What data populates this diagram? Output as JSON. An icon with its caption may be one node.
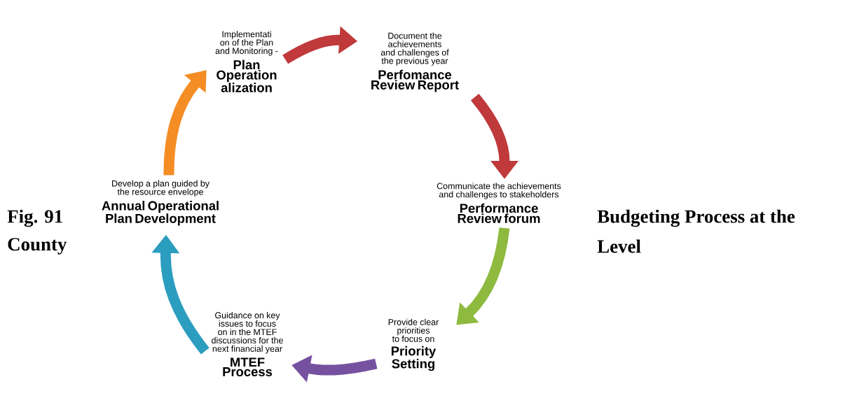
{
  "diagram": {
    "nodes": [
      {
        "text": [
          "Implementati on of the Plan and Monitoring -",
          "Plan Operation alization"
        ]
      },
      {
        "text": [
          "Document the achievements and challenges of the previous year",
          "Perfomance Review Report"
        ]
      },
      {
        "text": [
          "Communicate the achievements and challenges to stakeholders",
          "Performance Review forum"
        ]
      },
      {
        "text": [
          "Provide clear priorities to focus on",
          "Priority Setting"
        ]
      },
      {
        "text": [
          "Guidance on key issues to focus on in the MTEF discussions for the next financial year",
          "MTEF Process"
        ]
      },
      {
        "text": [
          "Develop a plan guided by the resource envelope",
          "Annual Operational Plan Development"
        ]
      }
    ],
    "edges": [
      {
        "from": 0,
        "to": 1,
        "arrow": "to",
        "color": "#c0393b"
      },
      {
        "from": 1,
        "to": 2,
        "arrow": "to",
        "color": "#c0393b"
      },
      {
        "from": 2,
        "to": 3,
        "arrow": "to",
        "color": "#8dba3f"
      },
      {
        "from": 3,
        "to": 4,
        "arrow": "to",
        "color": "#7651a0"
      },
      {
        "from": 4,
        "to": 5,
        "arrow": "to",
        "color": "#2b9dbf"
      },
      {
        "from": 5,
        "to": 0,
        "arrow": "to",
        "color": "#f58d25"
      }
    ],
    "labels": [
      "Fig. 91",
      "Budgeting Process at the",
      "County",
      "Level"
    ]
  }
}
